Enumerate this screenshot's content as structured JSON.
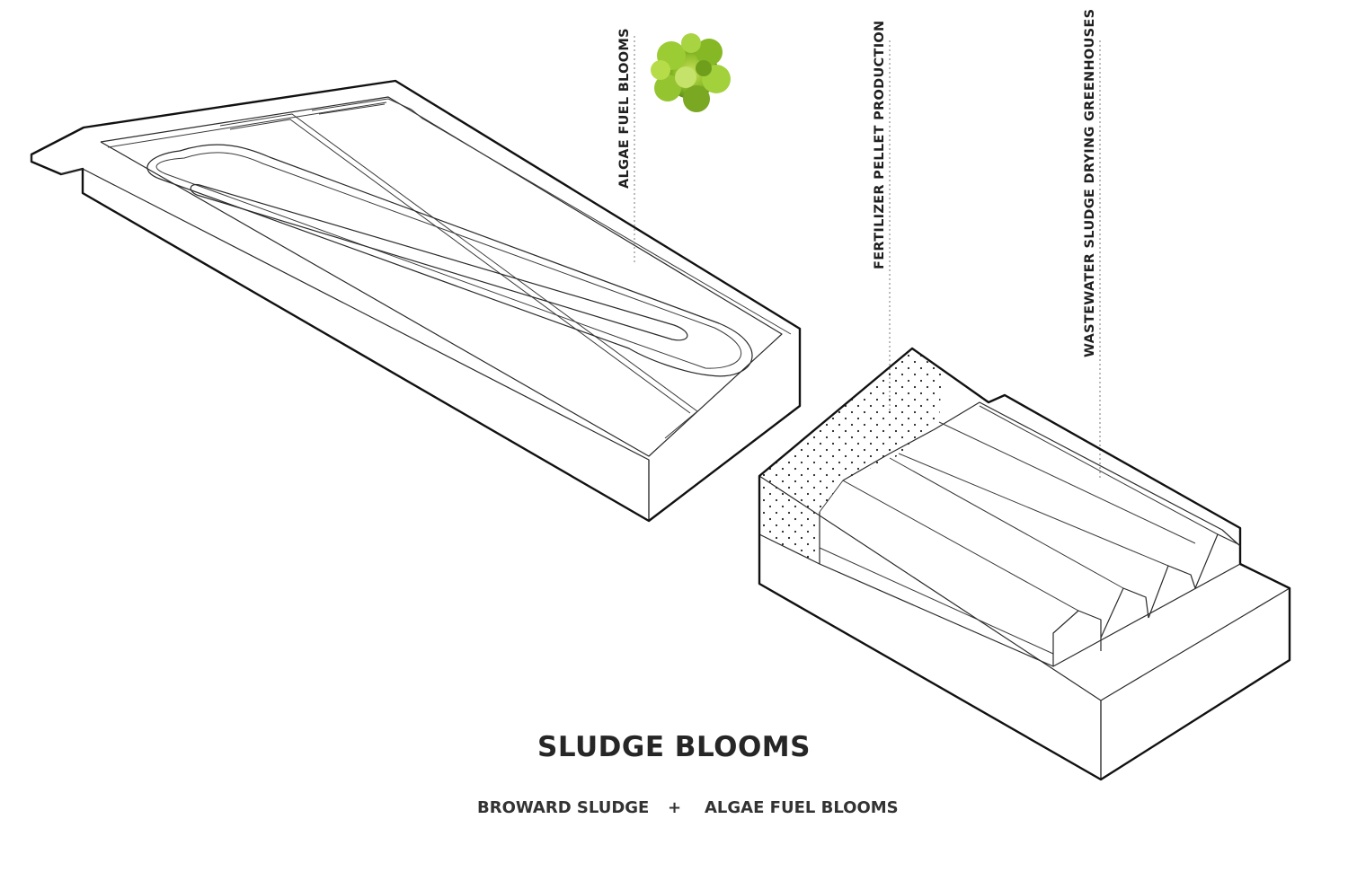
{
  "labels": {
    "algae": "ALGAE FUEL BLOOMS",
    "fertilizer": "FERTILIZER PELLET PRODUCTION",
    "wastewater": "WASTEWATER SLUDGE DRYING GREENHOUSES"
  },
  "title": "SLUDGE BLOOMS",
  "subtitle": {
    "left": "BROWARD SLUDGE",
    "plus": "+",
    "right": "ALGAE FUEL BLOOMS"
  },
  "colors": {
    "line": "#2a2a2a",
    "algae_green": "#8fbf2a",
    "text": "#1f1f1f"
  },
  "icons": [
    "algae-bloom-icon"
  ]
}
